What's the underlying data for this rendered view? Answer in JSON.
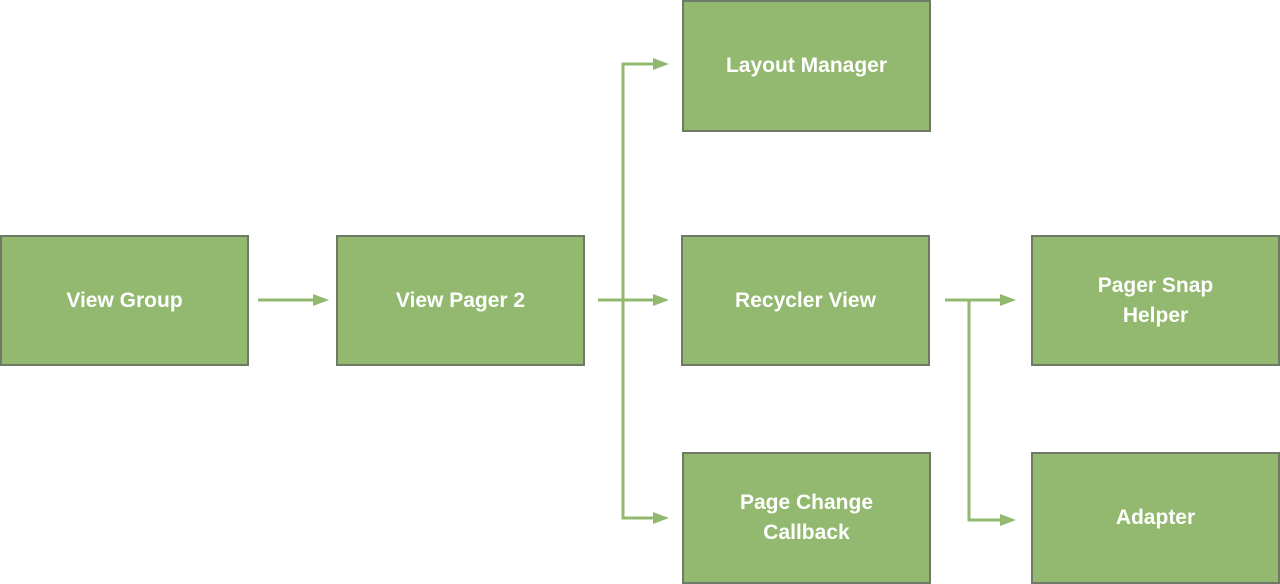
{
  "colors": {
    "node_fill": "#92b96f",
    "node_border": "#6f7a66",
    "connector": "#92b96f",
    "label": "#ffffff",
    "background": "#ffffff"
  },
  "nodes": {
    "view_group": "View Group",
    "view_pager_2": "View Pager 2",
    "layout_manager": "Layout Manager",
    "recycler_view": "Recycler View",
    "page_change_callback": "Page Change\nCallback",
    "pager_snap_helper": "Pager Snap\nHelper",
    "adapter": "Adapter"
  },
  "edges": [
    {
      "from": "View Group",
      "to": "View Pager 2"
    },
    {
      "from": "View Pager 2",
      "to": "Layout Manager"
    },
    {
      "from": "View Pager 2",
      "to": "Recycler View"
    },
    {
      "from": "View Pager 2",
      "to": "Page Change\nCallback"
    },
    {
      "from": "Recycler View",
      "to": "Pager Snap\nHelper"
    },
    {
      "from": "Recycler View",
      "to": "Adapter"
    }
  ]
}
